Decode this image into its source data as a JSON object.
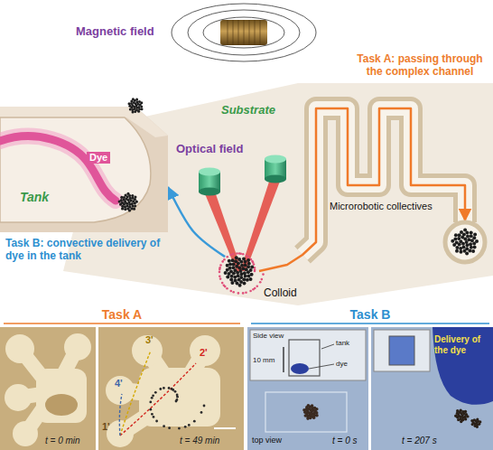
{
  "diagram": {
    "nodes": [
      {
        "text": [
          "Tank",
          "Dye"
        ]
      },
      {
        "text": [
          "Microrobotic collectives"
        ]
      },
      {
        "text": [
          "Colloid"
        ]
      },
      {
        "text": [
          "t = 0 min"
        ]
      },
      {
        "text": [
          "t = 49 min"
        ]
      },
      {
        "text": [
          "t = 0 s"
        ]
      },
      {
        "text": [
          "t = 207 s"
        ]
      }
    ],
    "edges": [
      {
        "from": 2,
        "to": 0,
        "arrow": "to"
      },
      {
        "from": 2,
        "to": 1,
        "arrow": "to"
      }
    ],
    "labels": [
      "Magnetic field",
      "Task A: passing through the complex channel",
      "Substrate",
      "Optical field",
      "Task B: convective delivery of dye in the tank",
      "Task A",
      "Task B",
      "3'",
      "2'",
      "4'",
      "1'",
      "Side view",
      "10 mm",
      "tank",
      "dye",
      "top view",
      "Delivery of the dye"
    ]
  }
}
